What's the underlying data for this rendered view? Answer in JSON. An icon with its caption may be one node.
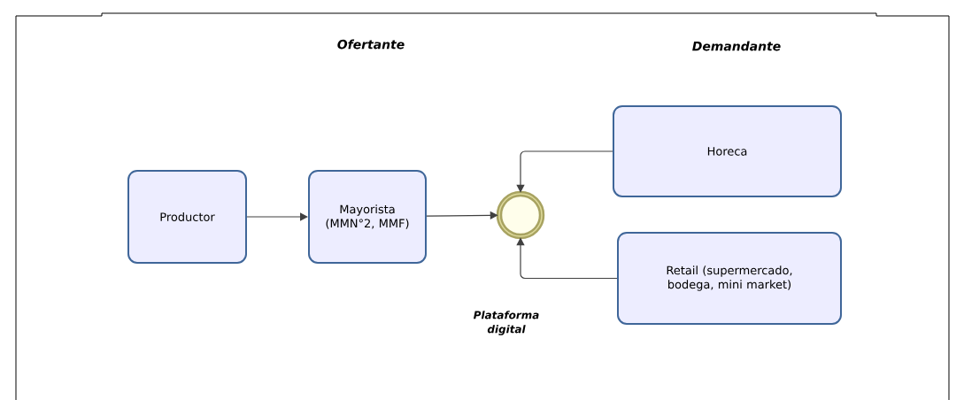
{
  "diagram": {
    "nodes": [
      {
        "text": [
          "Productor"
        ]
      },
      {
        "text": [
          "Mayorista (MMN°2, MMF)"
        ]
      },
      {
        "text": [],
        "shape": "circle"
      },
      {
        "text": [
          "Horeca"
        ]
      },
      {
        "text": [
          "Retail (supermercado, bodega, mini market)"
        ]
      }
    ],
    "edges": [
      {
        "from": 0,
        "to": 1,
        "arrow": "to"
      },
      {
        "from": 1,
        "to": 2,
        "arrow": "to"
      },
      {
        "from": 3,
        "to": 2,
        "arrow": "to"
      },
      {
        "from": 4,
        "to": 2,
        "arrow": "to"
      }
    ],
    "labels": [
      "Ofertante",
      "Demandante",
      "Plataforma digital"
    ]
  }
}
